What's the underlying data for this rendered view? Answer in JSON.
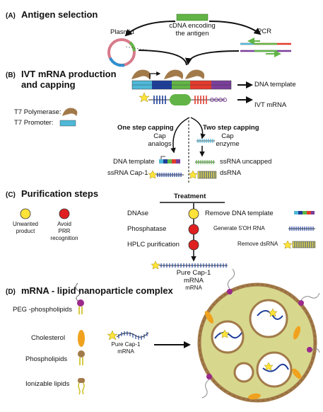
{
  "sections": {
    "a": {
      "letter": "(A)",
      "title": "Antigen selection"
    },
    "b": {
      "letter": "(B)",
      "title_line1": "IVT mRNA production",
      "title_line2": "and capping"
    },
    "c": {
      "letter": "(C)",
      "title": "Purification steps"
    },
    "d": {
      "letter": "(D)",
      "title": "mRNA - lipid nanoparticle complex"
    }
  },
  "antigen": {
    "plasmid": "Plasmid",
    "cdna_line1": "cDNA encoding",
    "cdna_line2": "the antigen",
    "pcr": "PCR"
  },
  "ivt": {
    "dna_template": "DNA template",
    "ivt_mrna": "IVT mRNA",
    "t7_polymerase": "T7 Polymerase:",
    "t7_promoter": "T7 Promoter:",
    "one_step": "One step capping",
    "one_step_sub1": "Cap",
    "one_step_sub2": "analogs",
    "two_step": "Two step capping",
    "two_step_sub1": "Cap",
    "two_step_sub2": "enzyme",
    "dna_template_left": "DNA template",
    "ssrna_cap1": "ssRNA Cap-1",
    "ssrna_uncapped": "ssRNA uncapped",
    "dsrna": "dsRNA"
  },
  "purification": {
    "unwanted_line1": "Unwanted",
    "unwanted_line2": "product",
    "avoid_line1": "Avoid",
    "avoid_line2": "PRR",
    "avoid_line3": "recognition",
    "treatment": "Treatment",
    "steps": [
      "DNAse",
      "Phosphatase",
      "HPLC purification"
    ],
    "results": [
      "Remove DNA template",
      "Generate 5'OH RNA",
      "Remove dsRNA"
    ],
    "pure_line1": "Pure Cap-1",
    "pure_line2": "mRNA",
    "pure_line3": "mRNA"
  },
  "lnp": {
    "peg": "PEG -phospholipids",
    "cholesterol": "Cholesterol",
    "phospholipids": "Phospholipids",
    "ionizable": "Ionizable lipids",
    "pure_line1": "Pure Cap-1",
    "pure_line2": "mRNA"
  },
  "colors": {
    "green": "#62b446",
    "cyan": "#4fb8d8",
    "blue": "#1f3f9a",
    "red": "#e23b2e",
    "purple": "#7a3f9a",
    "yellow": "#ffe33a",
    "brown": "#a27a4a",
    "orange": "#f0a21f",
    "lnp_fill": "#d7d88d",
    "red_circle": "#e02020"
  }
}
